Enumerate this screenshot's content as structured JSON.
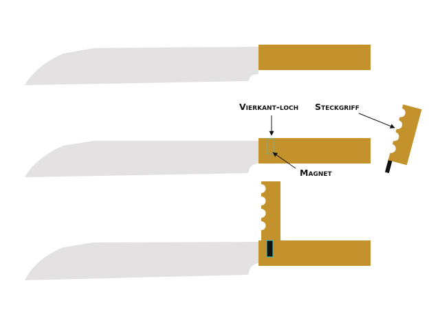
{
  "labels": {
    "square_hole": "Vierkant-loch",
    "magnet": "Magnet",
    "plug_handle": "Steckgriff"
  },
  "colors": {
    "blade": "#e3e1e1",
    "handle": "#c4922c",
    "hole_outline": "#3fc7c7",
    "magnet": "#111111"
  }
}
